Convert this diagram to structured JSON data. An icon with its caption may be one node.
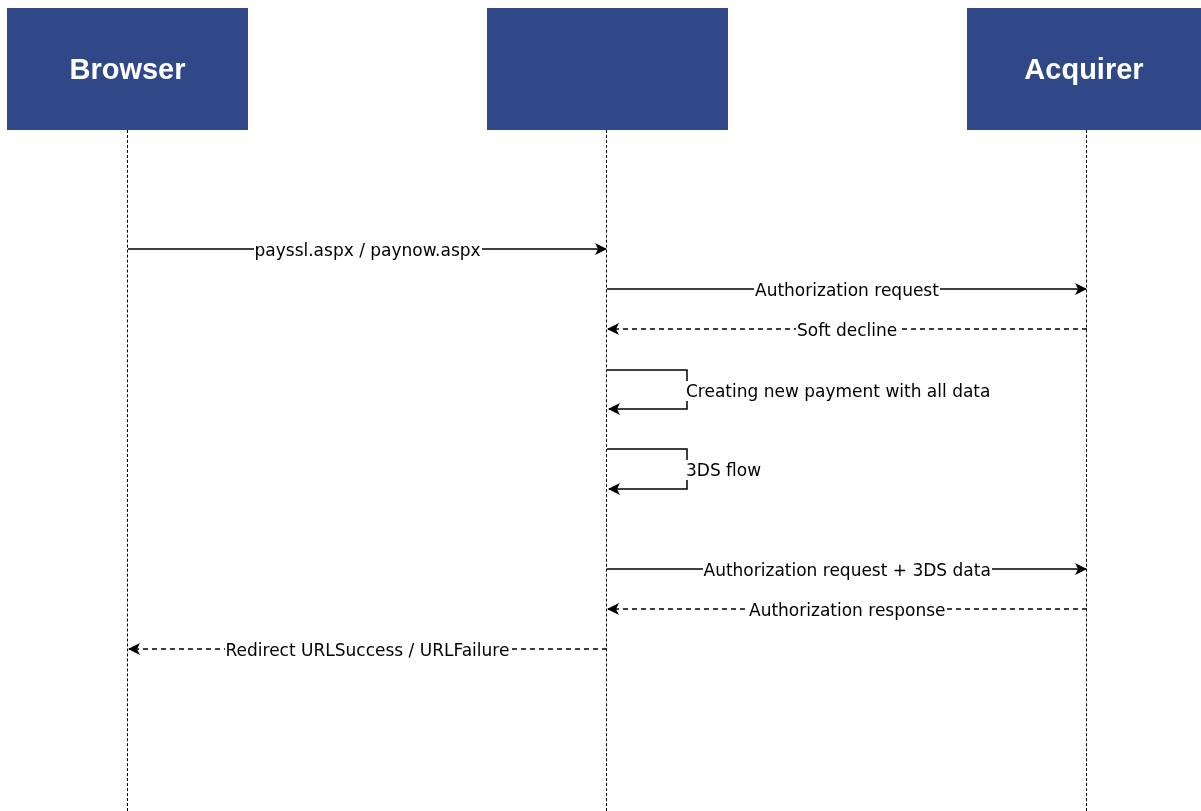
{
  "diagram": {
    "nodes": [
      {
        "text": [
          "Browser"
        ]
      },
      {
        "text": [],
        "shape": "box"
      },
      {
        "text": [
          "Acquirer"
        ]
      }
    ],
    "edges": [
      {
        "from": 0,
        "to": 1,
        "arrow": "to",
        "label": "payssl.aspx / paynow.aspx"
      },
      {
        "from": 1,
        "to": 2,
        "arrow": "to",
        "label": "Authorization request"
      },
      {
        "from": 2,
        "to": 1,
        "arrow": "to",
        "label": "Soft decline",
        "style": "dashed"
      },
      {
        "from": 1,
        "to": 1,
        "arrow": "to",
        "label": "Creating new payment with all data"
      },
      {
        "from": 1,
        "to": 1,
        "arrow": "to",
        "label": "3DS flow"
      },
      {
        "from": 1,
        "to": 2,
        "arrow": "to",
        "label": "Authorization request + 3DS data"
      },
      {
        "from": 2,
        "to": 1,
        "arrow": "to",
        "label": "Authorization response",
        "style": "dashed"
      },
      {
        "from": 1,
        "to": 0,
        "arrow": "to",
        "label": "Redirect URLSuccess / URLFailure",
        "style": "dashed"
      }
    ]
  }
}
